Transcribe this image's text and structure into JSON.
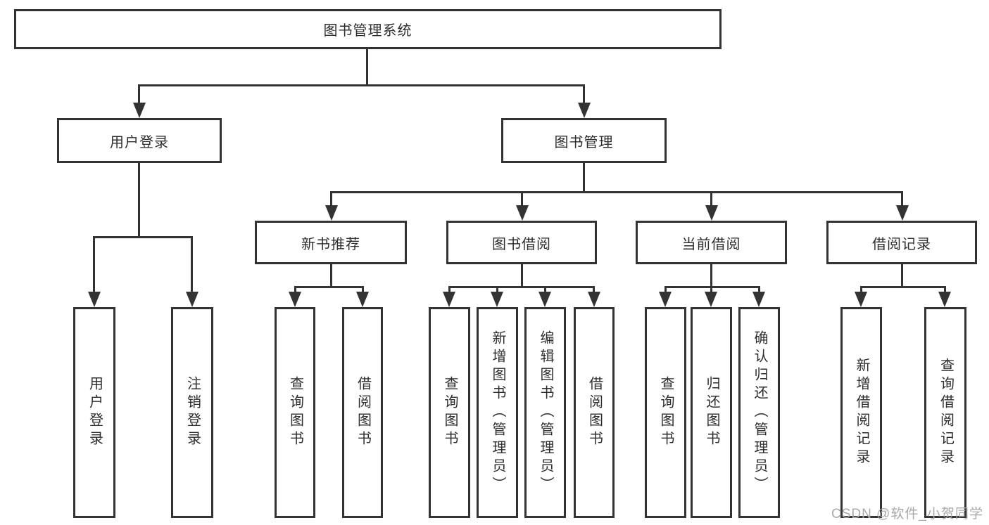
{
  "diagram": {
    "title": "图书管理系统",
    "branches": {
      "user": "用户登录",
      "mgmt": "图书管理"
    },
    "modules": {
      "newbook": "新书推荐",
      "borrow": "图书借阅",
      "current": "当前借阅",
      "records": "借阅记录"
    },
    "leaves": {
      "user": [
        "用户登录",
        "注销登录"
      ],
      "newbook": [
        "查询图书",
        "借阅图书"
      ],
      "borrow": [
        "查询图书",
        "新增图书（管理员）",
        "编辑图书（管理员）",
        "借阅图书"
      ],
      "current": [
        "查询图书",
        "归还图书",
        "确认归还（管理员）"
      ],
      "records": [
        "新增借阅记录",
        "查询借阅记录"
      ]
    }
  },
  "watermark": "CSDN @软件_小贺同学",
  "colors": {
    "line": "#333333",
    "text": "#2d2d2d",
    "watermark": "#a9a9a9",
    "background": "#ffffff"
  }
}
